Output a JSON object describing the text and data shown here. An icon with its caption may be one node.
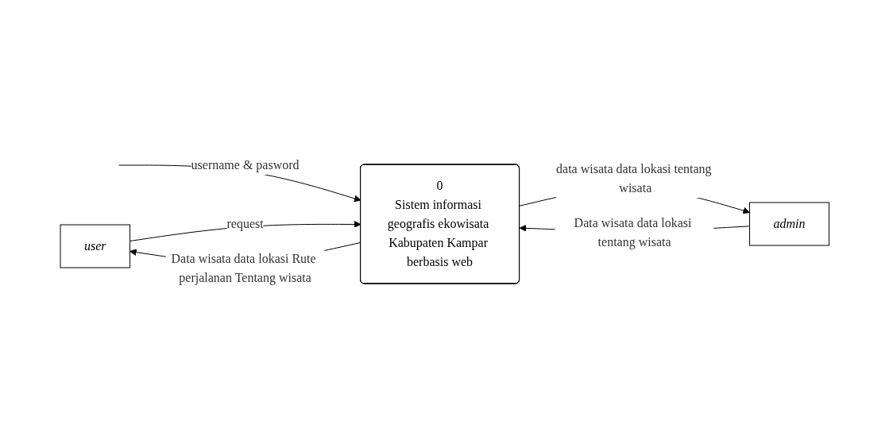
{
  "diagram": {
    "nodes": [
      {
        "text": [
          "user"
        ]
      },
      {
        "text": [
          "0",
          "Sistem informasi geografis ekowisata Kabupaten Kampar berbasis web"
        ]
      },
      {
        "text": [
          "admin"
        ]
      }
    ],
    "edges": [
      {
        "from": null,
        "to": 1,
        "arrow": "to",
        "label": "username & pasword"
      },
      {
        "from": 1,
        "to": 2,
        "arrow": "to",
        "label": "data wisata data lokasi tentang wisata"
      },
      {
        "from": 0,
        "to": 1,
        "arrow": "to",
        "label": "request"
      },
      {
        "from": 1,
        "to": 0,
        "arrow": "to",
        "label": "Data wisata data lokasi Rute perjalanan Tentang wisata"
      },
      {
        "from": 2,
        "to": 1,
        "arrow": "to",
        "label": "Data wisata data lokasi tentang wisata"
      }
    ]
  }
}
